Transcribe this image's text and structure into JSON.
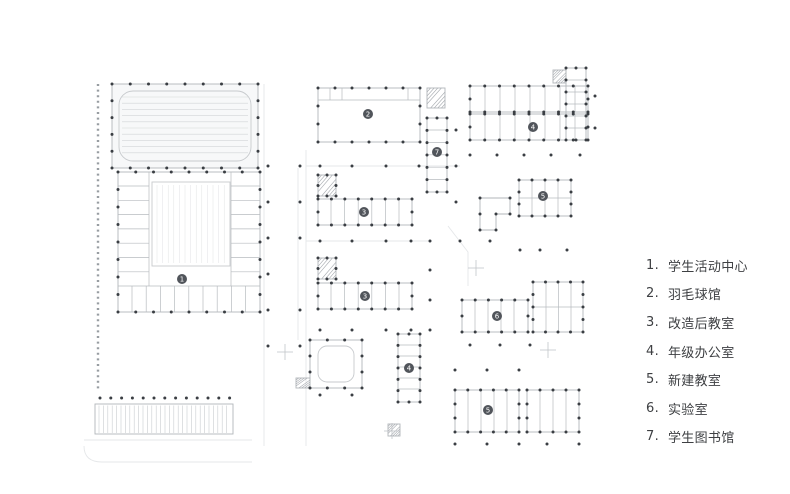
{
  "figure": {
    "type": "architectural-site-plan"
  },
  "plan": {
    "markers": [
      {
        "n": "1",
        "name": "学生活动中心"
      },
      {
        "n": "2",
        "name": "羽毛球馆"
      },
      {
        "n": "3",
        "name": "改造后教室"
      },
      {
        "n": "3",
        "name": "改造后教室"
      },
      {
        "n": "7",
        "name": "学生图书馆"
      },
      {
        "n": "4",
        "name": "年级办公室"
      },
      {
        "n": "5",
        "name": "新建教室"
      },
      {
        "n": "6",
        "name": "实验室"
      },
      {
        "n": "4",
        "name": "年级办公室"
      },
      {
        "n": "5",
        "name": "新建教室"
      }
    ]
  },
  "legend": {
    "items": [
      {
        "number": "1.",
        "label": "学生活动中心"
      },
      {
        "number": "2.",
        "label": "羽毛球馆"
      },
      {
        "number": "3.",
        "label": "改造后教室"
      },
      {
        "number": "4.",
        "label": "年级办公室"
      },
      {
        "number": "5.",
        "label": "新建教室"
      },
      {
        "number": "6.",
        "label": "实验室"
      },
      {
        "number": "7.",
        "label": "学生图书馆"
      }
    ]
  },
  "colors": {
    "background": "#ffffff",
    "outline": "#b2b6ba",
    "light_line": "#d2d5d8",
    "column_dot": "#3a3e43",
    "marker_fill": "#51555b",
    "marker_text": "#ffffff",
    "legend_text": "#3e4043"
  }
}
